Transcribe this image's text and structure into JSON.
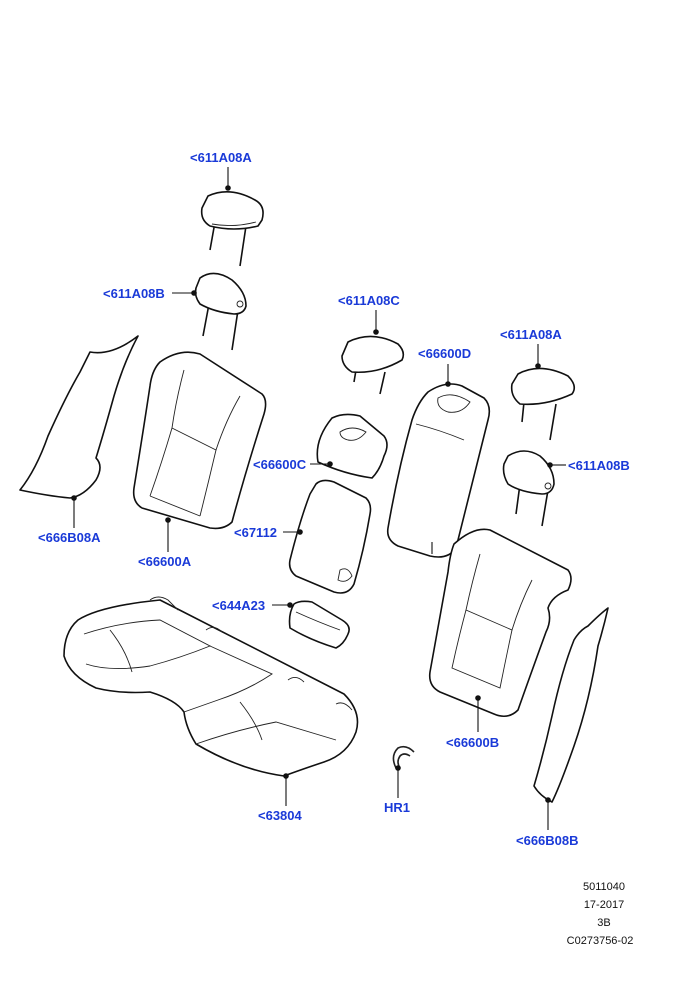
{
  "callouts": [
    {
      "id": "headrest-top",
      "text": "<611A08A"
    },
    {
      "id": "headrest-upper-left",
      "text": "<611A08B"
    },
    {
      "id": "headrest-center",
      "text": "<611A08C"
    },
    {
      "id": "center-backrest",
      "text": "<66600D"
    },
    {
      "id": "headrest-right",
      "text": "<611A08A"
    },
    {
      "id": "headrest-right-lower",
      "text": "<611A08B"
    },
    {
      "id": "left-side-panel",
      "text": "<666B08A"
    },
    {
      "id": "left-backrest",
      "text": "<66600A"
    },
    {
      "id": "armrest-cover",
      "text": "<66600C"
    },
    {
      "id": "armrest",
      "text": "<67112"
    },
    {
      "id": "armrest-lid",
      "text": "<644A23"
    },
    {
      "id": "right-backrest",
      "text": "<66600B"
    },
    {
      "id": "seat-cushion",
      "text": "<63804"
    },
    {
      "id": "hog-ring",
      "text": "HR1"
    },
    {
      "id": "right-side-panel",
      "text": "<666B08B"
    }
  ],
  "reference": {
    "line1": "5011040",
    "line2": "17-2017",
    "line3": "3B",
    "line4": "C0273756-02"
  },
  "colors": {
    "label": "#1a3ad8",
    "line": "#111111"
  }
}
